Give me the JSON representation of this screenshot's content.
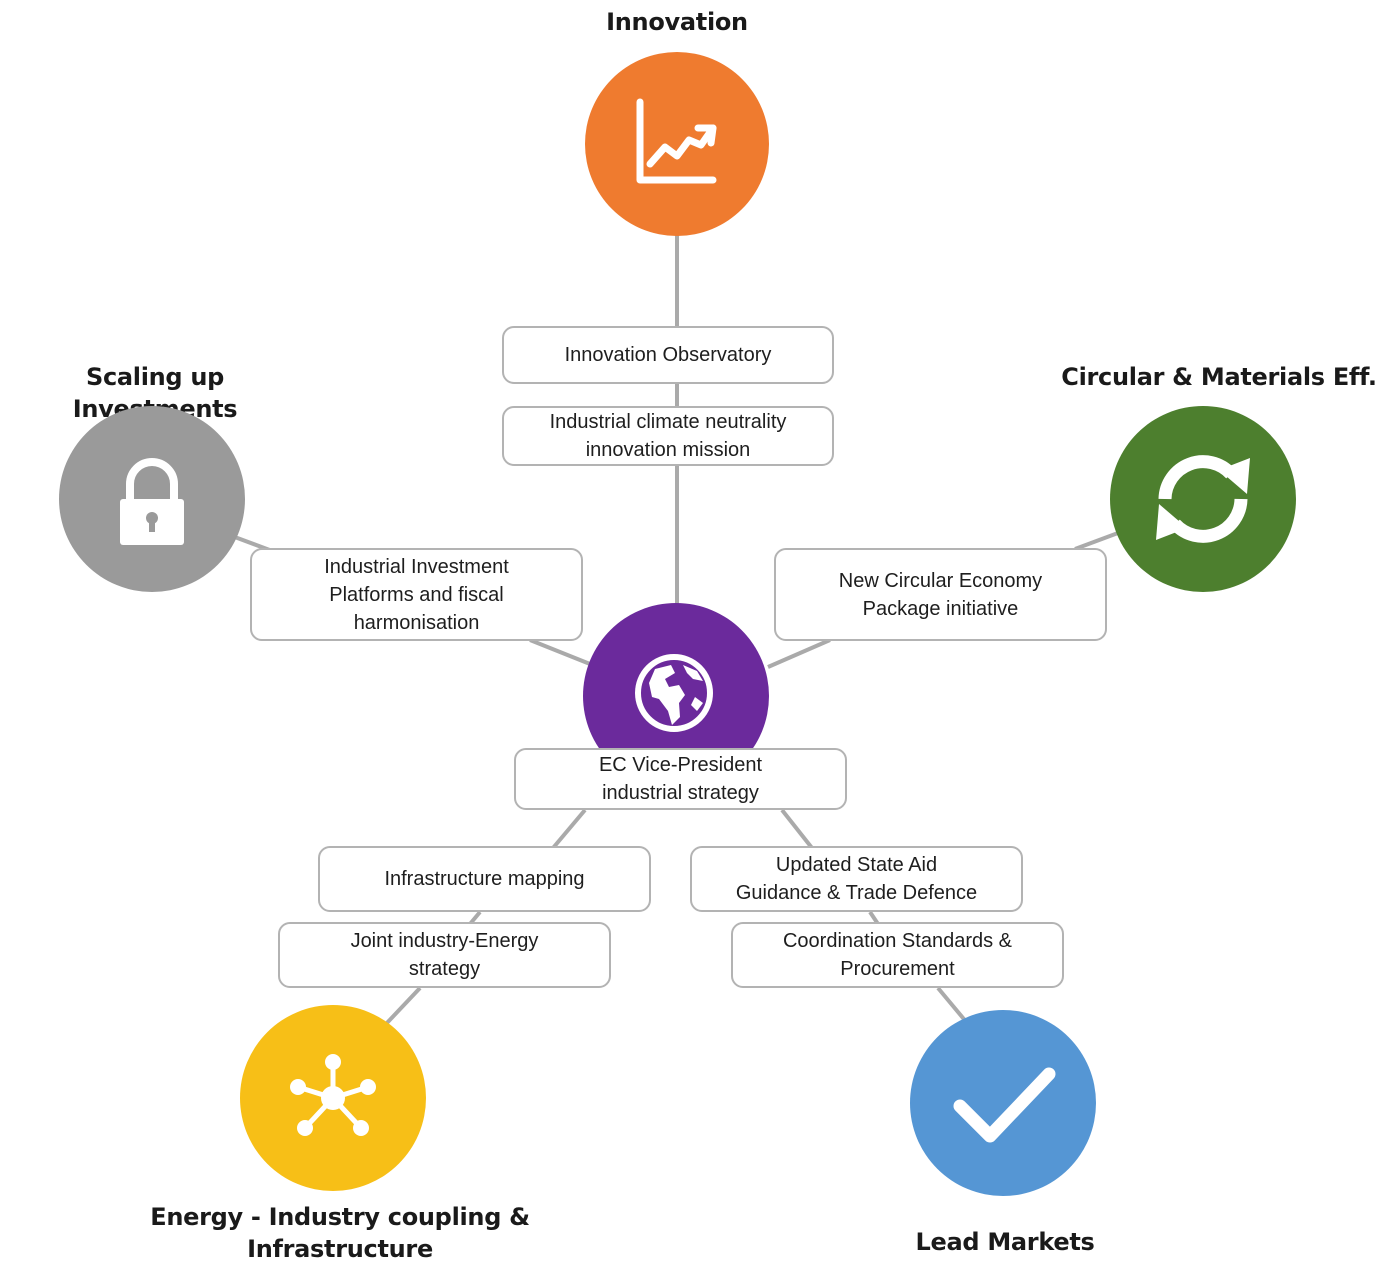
{
  "headings": {
    "innovation": "Innovation",
    "scaling": "Scaling up Investments",
    "circular": "Circular & Materials Eff.",
    "energy": "Energy - Industry coupling &\nInfrastructure",
    "lead_markets": "Lead Markets"
  },
  "boxes": {
    "innovation_observatory": "Innovation Observatory",
    "climate_mission": "Industrial climate neutrality\ninnovation mission",
    "investment_platforms": "Industrial Investment\nPlatforms and fiscal\nharmonisation",
    "circular_package": "New Circular Economy\nPackage initiative",
    "vice_president": "EC Vice-President\nindustrial strategy",
    "infrastructure_mapping": "Infrastructure mapping",
    "joint_strategy": "Joint industry-Energy\nstrategy",
    "state_aid": "Updated State Aid\nGuidance & Trade Defence",
    "standards": "Coordination Standards &\nProcurement"
  },
  "colors": {
    "innovation": "#ef7b2f",
    "scaling": "#9a9a9a",
    "circular": "#4d7f2e",
    "center": "#6b2a9c",
    "energy": "#f7bf17",
    "lead_markets": "#5596d4",
    "connector": "#aaaaaa",
    "box_border": "#b3b3b3"
  },
  "icons": {
    "innovation": "line-chart-icon",
    "scaling": "padlock-icon",
    "circular": "recycle-arrows-icon",
    "center": "globe-icon",
    "energy": "network-hub-icon",
    "lead_markets": "checkmark-icon"
  }
}
